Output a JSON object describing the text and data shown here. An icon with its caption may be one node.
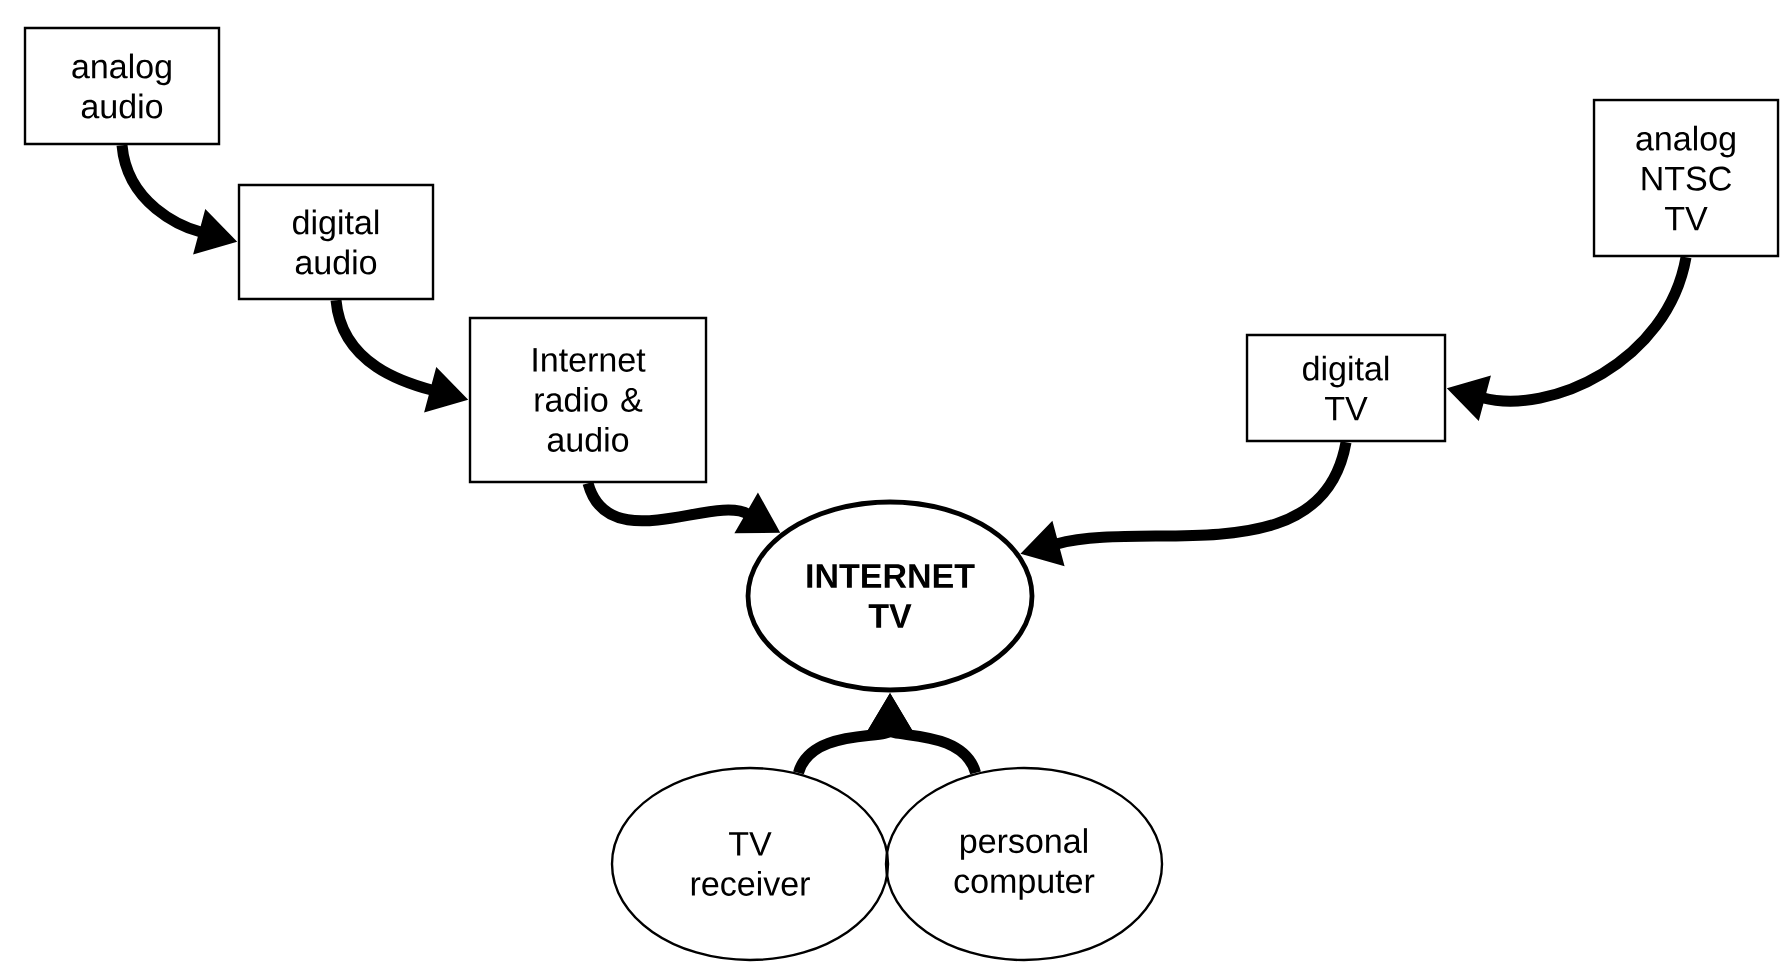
{
  "diagram": {
    "nodes": [
      {
        "text": [
          "analog audio"
        ]
      },
      {
        "text": [
          "digital audio"
        ]
      },
      {
        "text": [
          "Internet radio & audio"
        ]
      },
      {
        "text": [
          "analog NTSC TV"
        ]
      },
      {
        "text": [
          "digital TV"
        ]
      },
      {
        "text": [
          "INTERNET TV"
        ]
      },
      {
        "text": [
          "TV receiver"
        ]
      },
      {
        "text": [
          "personal computer"
        ]
      }
    ],
    "edges": [
      {
        "from": 0,
        "to": 1,
        "arrow": "to"
      },
      {
        "from": 1,
        "to": 2,
        "arrow": "to"
      },
      {
        "from": 2,
        "to": 5,
        "arrow": "to"
      },
      {
        "from": 3,
        "to": 4,
        "arrow": "to"
      },
      {
        "from": 4,
        "to": 5,
        "arrow": "to"
      },
      {
        "from": 6,
        "to": 5,
        "arrow": "to"
      },
      {
        "from": 7,
        "to": 5,
        "arrow": "to"
      }
    ]
  }
}
